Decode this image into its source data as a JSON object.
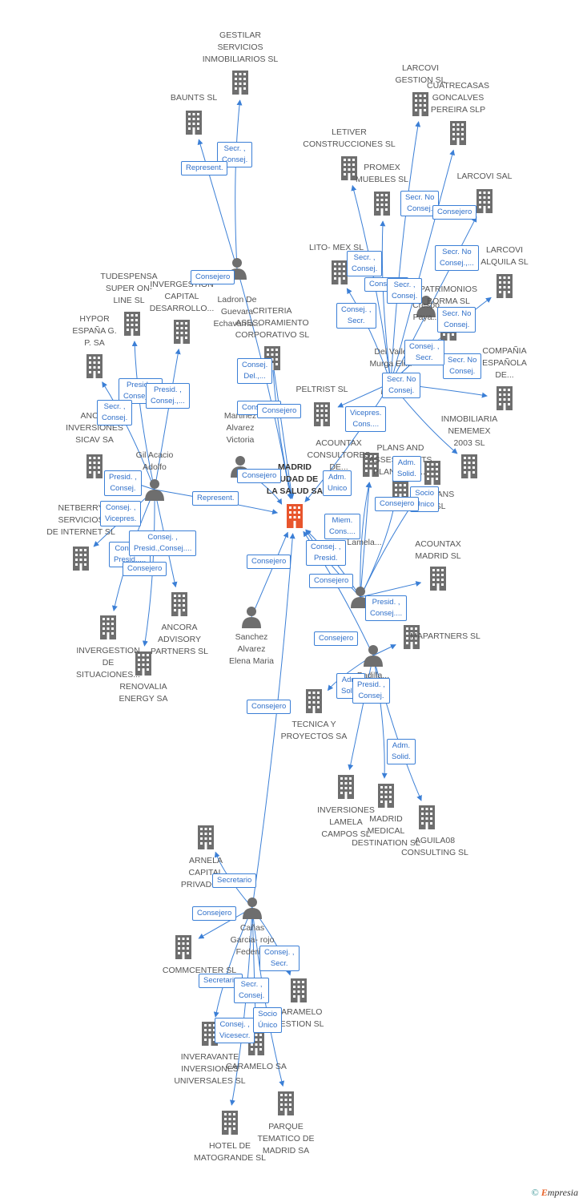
{
  "colors": {
    "edge": "#3b7fd6",
    "building": "#6e6e6e",
    "center": "#e8552d",
    "person": "#6e6e6e"
  },
  "footer": {
    "copyright_symbol": "©",
    "brand_initial": "E",
    "brand_rest": "mpresia"
  },
  "nodes": [
    {
      "id": "gestilar",
      "type": "company",
      "label": "GESTILAR\nSERVICIOS\nINMOBILIARIOS SL"
    },
    {
      "id": "baunts",
      "type": "company",
      "label": "BAUNTS SL"
    },
    {
      "id": "ladron",
      "type": "person",
      "label": "Ladron De\nGuevara\nEchavarria..."
    },
    {
      "id": "larcovi_gestion",
      "type": "company",
      "label": "LARCOVI\nGESTION  SL"
    },
    {
      "id": "cuatrecasas",
      "type": "company",
      "label": "CUATRECASAS\nGONCALVES\nPEREIRA SLP"
    },
    {
      "id": "letiver",
      "type": "company",
      "label": "LETIVER\nCONSTRUCCIONES SL"
    },
    {
      "id": "promex",
      "type": "company",
      "label": "PROMEX\nMUEBLES SL"
    },
    {
      "id": "larcovi_sal",
      "type": "company",
      "label": "LARCOVI SAL"
    },
    {
      "id": "lito_mex",
      "type": "company",
      "label": "LITO- MEX SL"
    },
    {
      "id": "larcovi_alquila",
      "type": "company",
      "label": "LARCOVI\nALQUILA  SL"
    },
    {
      "id": "patrimonios",
      "type": "company",
      "label": "PATRIMONIOS\nBORMA SL"
    },
    {
      "id": "crespo",
      "type": "person",
      "label": "Crespo\nPaya..."
    },
    {
      "id": "tudespensa",
      "type": "company",
      "label": "TUDESPENSA\nSUPER ON-\nLINE SL"
    },
    {
      "id": "invergestion_cap",
      "type": "company",
      "label": "INVERGESTION\nCAPITAL\nDESARROLLO..."
    },
    {
      "id": "criteria",
      "type": "company",
      "label": "CRITERIA\nASESORAMIENTO\nCORPORATIVO SL"
    },
    {
      "id": "hypor",
      "type": "company",
      "label": "HYPOR\nESPAÑA G.\nP. SA"
    },
    {
      "id": "del_valle",
      "type": "person",
      "label": "Del Valle\nMurga Eli..."
    },
    {
      "id": "compania",
      "type": "company",
      "label": "COMPAÑIA\nESPAÑOLA\nDE..."
    },
    {
      "id": "peltrist",
      "type": "company",
      "label": "PELTRIST SL"
    },
    {
      "id": "inmobiliaria",
      "type": "company",
      "label": "INMOBILIARIA\nNEMEMEX\n2003 SL"
    },
    {
      "id": "ancla",
      "type": "company",
      "label": "ANCLA\nINVERSIONES\nSICAV SA"
    },
    {
      "id": "martinez",
      "type": "person",
      "label": "Martinez\nAlvarez\nVictoria"
    },
    {
      "id": "acountax_cons",
      "type": "company",
      "label": "ACOUNTAX\nCONSULTORES\nDE..."
    },
    {
      "id": "plans_assess",
      "type": "company",
      "label": "PLANS AND\nASSESSMENTS\nPLANS AND..."
    },
    {
      "id": "gil",
      "type": "person",
      "label": "Gil Acacio\nAdolfo"
    },
    {
      "id": "center",
      "type": "center",
      "label": "MADRID\nCIUDAD DE\nLA SALUD SA"
    },
    {
      "id": "netberry",
      "type": "company",
      "label": "NETBERRY\nSERVICIOS\nDE INTERNET SL"
    },
    {
      "id": "plans",
      "type": "company",
      "label": "PLANS\nSL"
    },
    {
      "id": "lamela",
      "type": "person",
      "label": "Lamela..."
    },
    {
      "id": "acountax_mad",
      "type": "company",
      "label": "ACOUNTAX\nMADRID  SL"
    },
    {
      "id": "ancora",
      "type": "company",
      "label": "ANCORA\nADVISORY\nPARTNERS  SL"
    },
    {
      "id": "sanchez",
      "type": "person",
      "label": "Sanchez\nAlvarez\nElena Maria"
    },
    {
      "id": "invergestion_sit",
      "type": "company",
      "label": "INVERGESTION\nDE\nSITUACIONES..."
    },
    {
      "id": "renovalia",
      "type": "company",
      "label": "RENOVALIA\nENERGY SA"
    },
    {
      "id": "mapartners",
      "type": "company",
      "label": "MAPARTNERS SL"
    },
    {
      "id": "padilla",
      "type": "person",
      "label": "Padilla..."
    },
    {
      "id": "tecnica",
      "type": "company",
      "label": "TECNICA Y\nPROYECTOS SA"
    },
    {
      "id": "inv_lamela",
      "type": "company",
      "label": "INVERSIONES\nLAMELA\nCAMPOS SL"
    },
    {
      "id": "madrid_medical",
      "type": "company",
      "label": "MADRID\nMEDICAL\nDESTINATION SL"
    },
    {
      "id": "aguila08",
      "type": "company",
      "label": "AGUILA08\nCONSULTING SL"
    },
    {
      "id": "arnela",
      "type": "company",
      "label": "ARNELA\nCAPITAL\nPRIVADO SL"
    },
    {
      "id": "canas",
      "type": "person",
      "label": "Cañas\nGarcia- rojo\nFederico"
    },
    {
      "id": "commcenter",
      "type": "company",
      "label": "COMMCENTER SL"
    },
    {
      "id": "caramelo_gest",
      "type": "company",
      "label": "CARAMELO\nGESTION SL"
    },
    {
      "id": "inveravante",
      "type": "company",
      "label": "INVERAVANTE\nINVERSIONES\nUNIVERSALES SL"
    },
    {
      "id": "caramelo_sa",
      "type": "company",
      "label": "CARAMELO SA"
    },
    {
      "id": "hotel",
      "type": "company",
      "label": "HOTEL DE\nMATOGRANDE SL"
    },
    {
      "id": "parque",
      "type": "company",
      "label": "PARQUE\nTEMATICO DE\nMADRID SA"
    }
  ],
  "edges": [
    {
      "from": "ladron",
      "to": "gestilar",
      "label": "Secr. ,\nConsej."
    },
    {
      "from": "ladron",
      "to": "baunts",
      "label": "Represent."
    },
    {
      "from": "ladron",
      "to": "center",
      "label": "Consejero"
    },
    {
      "from": "del_valle",
      "to": "larcovi_gestion",
      "label": "Secr.  No\nConsej."
    },
    {
      "from": "del_valle",
      "to": "cuatrecasas",
      "label": "Consejero"
    },
    {
      "from": "del_valle",
      "to": "letiver",
      "label": "Secr. ,\nConsej."
    },
    {
      "from": "del_valle",
      "to": "promex",
      "label": "Consejero"
    },
    {
      "from": "del_valle",
      "to": "larcovi_sal",
      "label": "Secr.  No\nConsej.,..."
    },
    {
      "from": "del_valle",
      "to": "lito_mex",
      "label": "Consej. ,\nSecr."
    },
    {
      "from": "del_valle",
      "to": "larcovi_alquila",
      "label": "Secr. ,\nConsej."
    },
    {
      "from": "del_valle",
      "to": "patrimonios",
      "label": "Secr.  No\nConsej."
    },
    {
      "from": "del_valle",
      "to": "compania",
      "label": "Secr.  No\nConsej."
    },
    {
      "from": "del_valle",
      "to": "inmobiliaria",
      "label": "Consej. ,\nSecr."
    },
    {
      "from": "del_valle",
      "to": "peltrist",
      "label": "Secr.  No\nConsej."
    },
    {
      "from": "del_valle",
      "to": "center",
      "label": "Consejero"
    },
    {
      "from": "gil",
      "to": "tudespensa",
      "label": "Presid. ,\nConsej.,..."
    },
    {
      "from": "gil",
      "to": "invergestion_cap",
      "label": "Presid. ,\nConsej.,..."
    },
    {
      "from": "gil",
      "to": "hypor",
      "label": "Secr. ,\nConsej."
    },
    {
      "from": "gil",
      "to": "ancla",
      "label": "Presid. ,\nConsej."
    },
    {
      "from": "gil",
      "to": "netberry",
      "label": "Consej. ,\nVicepres."
    },
    {
      "from": "gil",
      "to": "center",
      "label": "Represent."
    },
    {
      "from": "gil",
      "to": "invergestion_sit",
      "label": "Consej. ,\nPresid.,..."
    },
    {
      "from": "gil",
      "to": "ancora",
      "label": "Consej. ,\nPresid.,Consej...."
    },
    {
      "from": "gil",
      "to": "renovalia",
      "label": "Consejero"
    },
    {
      "from": "criteria",
      "to": "center",
      "label": "Consej.\nDel.,..."
    },
    {
      "from": "criteria",
      "to": "center",
      "label": "Consejero"
    },
    {
      "from": "martinez",
      "to": "center",
      "label": "Consejero"
    },
    {
      "from": "lamela",
      "to": "acountax_cons",
      "label": "Vicepres.\nCons...."
    },
    {
      "from": "lamela",
      "to": "acountax_cons",
      "label": "Adm.\nUnico"
    },
    {
      "from": "lamela",
      "to": "plans_assess",
      "label": "Adm.\nSolid."
    },
    {
      "from": "lamela",
      "to": "plans",
      "label": "Socio\nÚnico"
    },
    {
      "from": "lamela",
      "to": "acountax_mad",
      "label": "Consejero"
    },
    {
      "from": "lamela",
      "to": "center",
      "label": "Miem.\nCons...."
    },
    {
      "from": "lamela",
      "to": "center",
      "label": "Consej. ,\nPresid."
    },
    {
      "from": "padilla",
      "to": "mapartners",
      "label": "Presid. ,\nConsej...."
    },
    {
      "from": "padilla",
      "to": "center",
      "label": "Consejero"
    },
    {
      "from": "padilla",
      "to": "tecnica",
      "label": "Consejero"
    },
    {
      "from": "padilla",
      "to": "inv_lamela",
      "label": "Adm.\nSolid."
    },
    {
      "from": "padilla",
      "to": "madrid_medical",
      "label": "Presid. ,\nConsej."
    },
    {
      "from": "padilla",
      "to": "aguila08",
      "label": "Adm.\nSolid."
    },
    {
      "from": "sanchez",
      "to": "center",
      "label": "Consejero"
    },
    {
      "from": "canas",
      "to": "center",
      "label": "Consejero"
    },
    {
      "from": "canas",
      "to": "arnela",
      "label": "Secretario"
    },
    {
      "from": "canas",
      "to": "commcenter",
      "label": "Consejero"
    },
    {
      "from": "canas",
      "to": "caramelo_gest",
      "label": "Consej. ,\nSecr."
    },
    {
      "from": "canas",
      "to": "inveravante",
      "label": "Secretario"
    },
    {
      "from": "canas",
      "to": "caramelo_sa",
      "label": "Secr. ,\nConsej."
    },
    {
      "from": "canas",
      "to": "hotel",
      "label": "Consej. ,\nVicesecr."
    },
    {
      "from": "canas",
      "to": "parque",
      "label": "Socio\nÚnico"
    }
  ]
}
